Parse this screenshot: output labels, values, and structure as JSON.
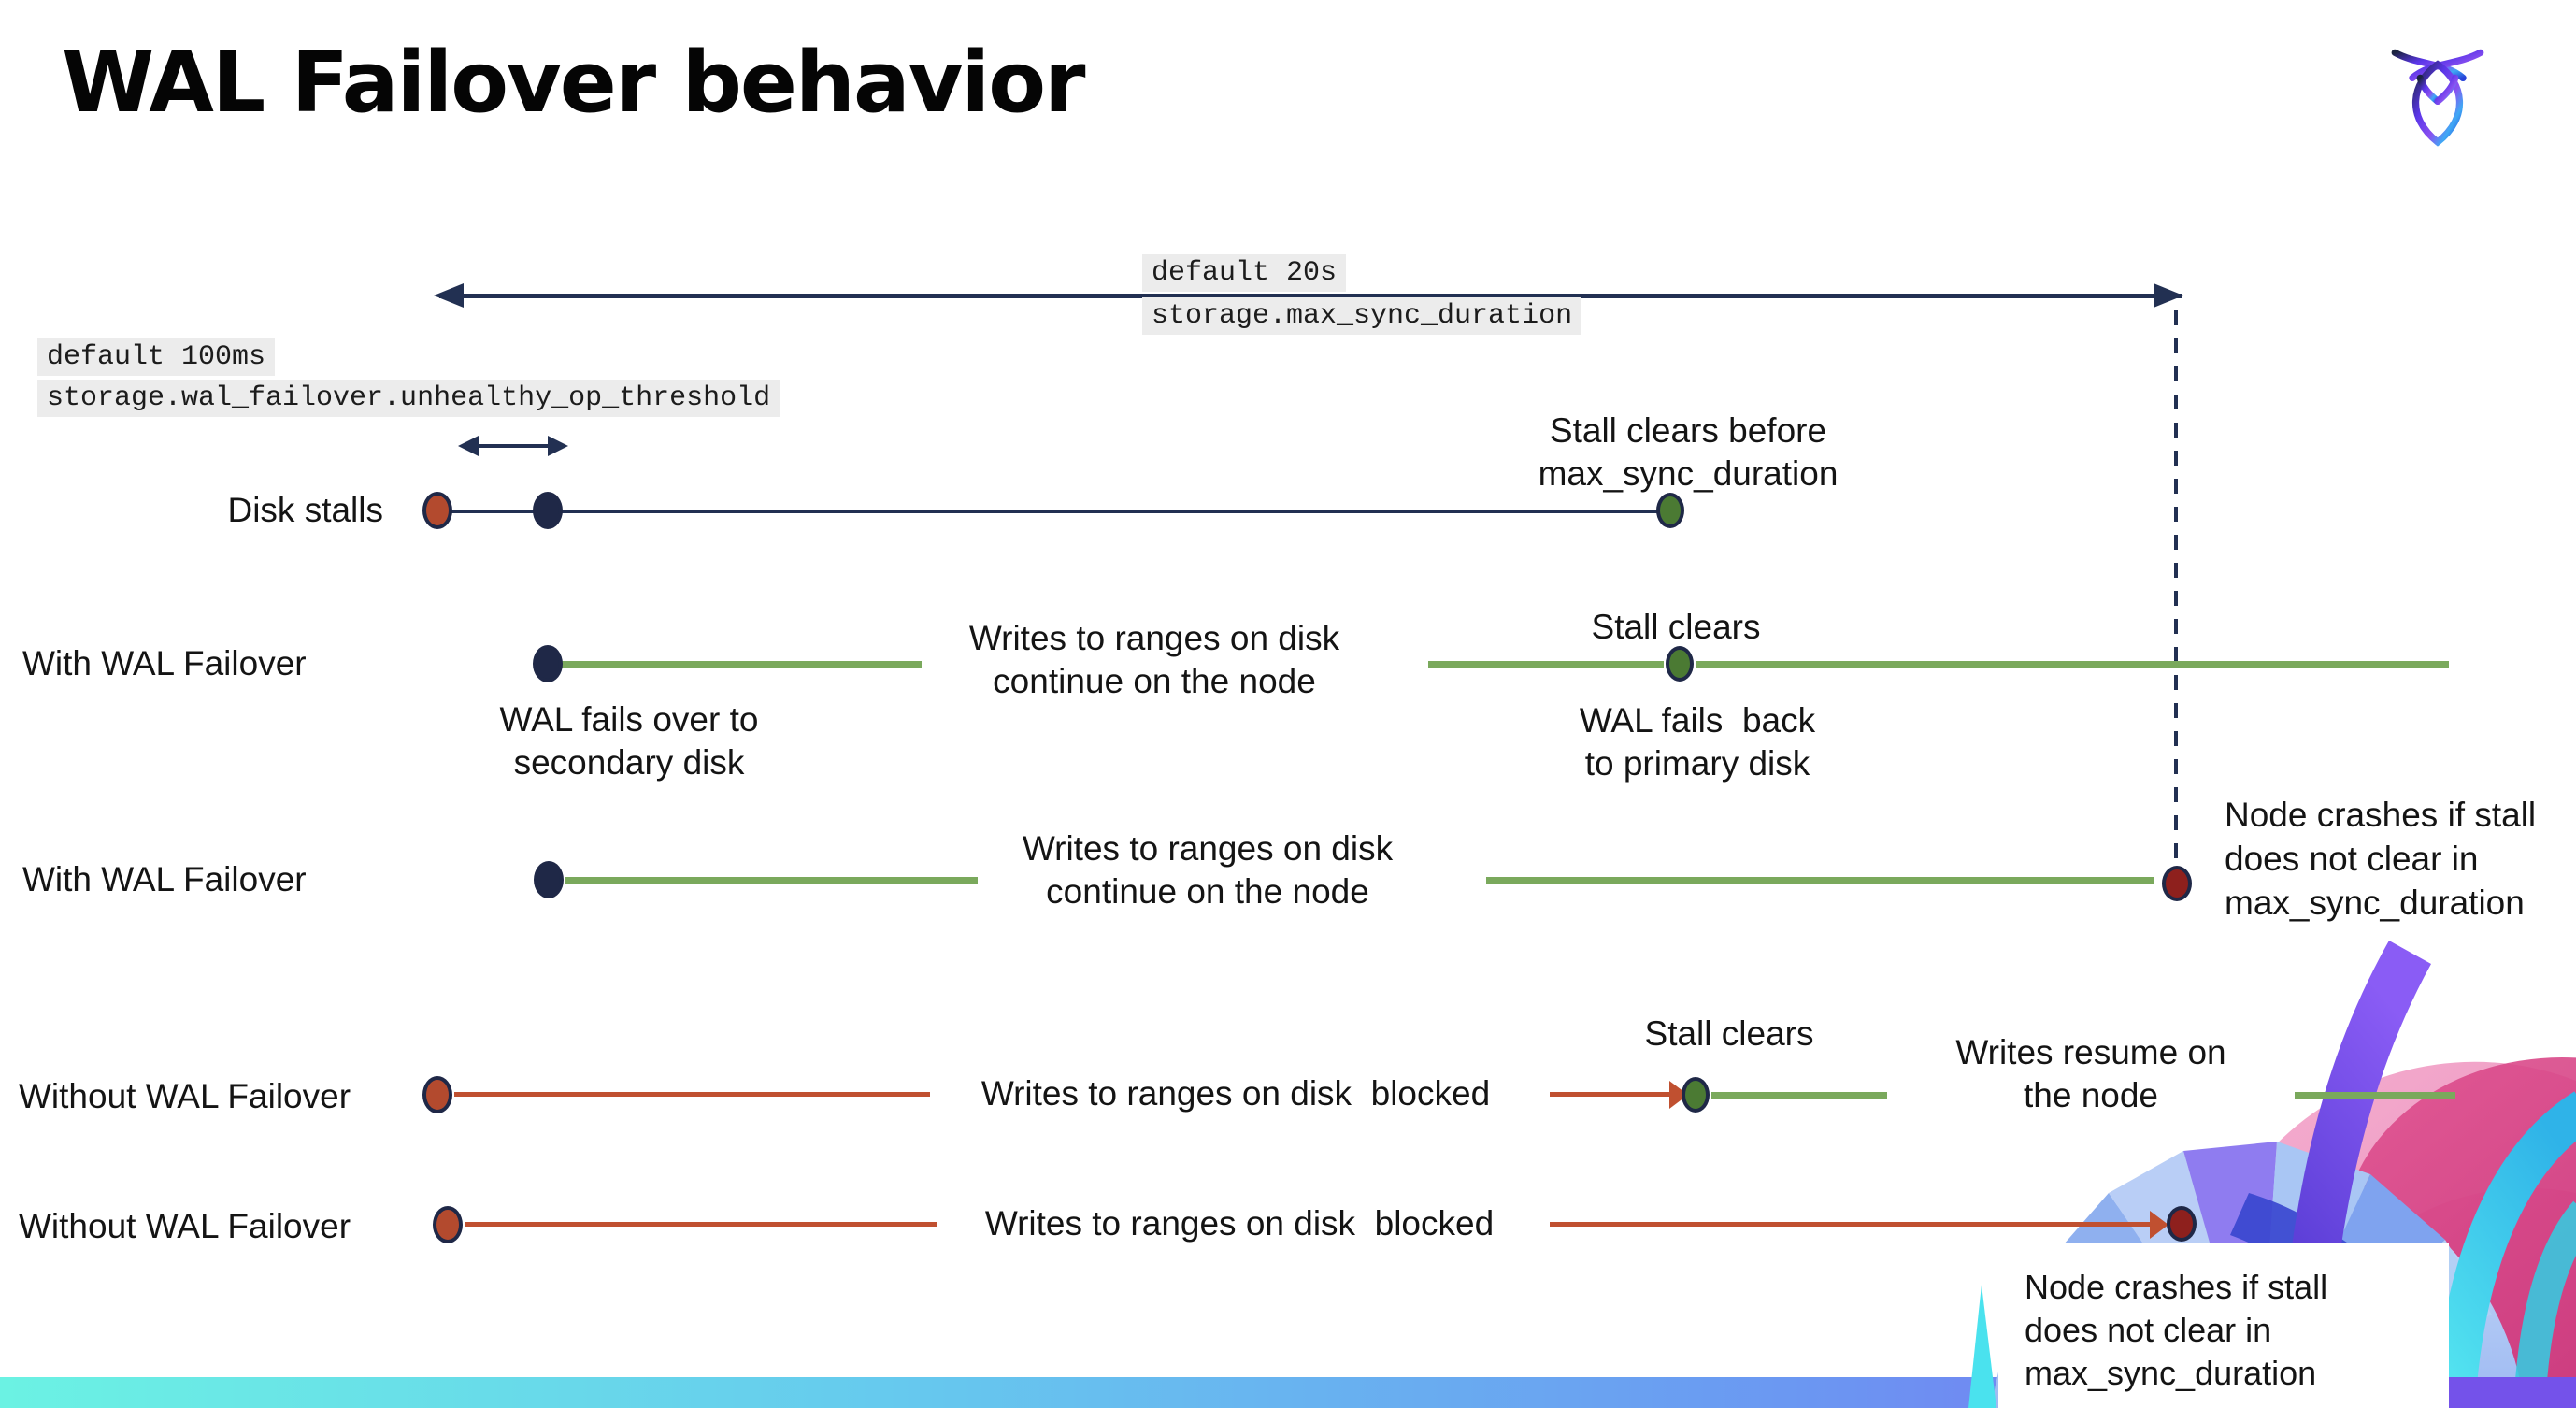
{
  "page": {
    "title": "WAL Failover behavior"
  },
  "logo": {
    "name": "cockroachdb-logo"
  },
  "settings": {
    "max_sync_duration": {
      "default_label": "default 20s",
      "setting_name": "storage.max_sync_duration"
    },
    "unhealthy_op_threshold": {
      "default_label": "default 100ms",
      "setting_name": "storage.wal_failover.unhealthy_op_threshold"
    }
  },
  "rows": {
    "disk_stalls": {
      "label": "Disk stalls",
      "note_line1": "Stall clears before",
      "note_line2": "max_sync_duration"
    },
    "with_wal_failover_1": {
      "label": "With WAL Failover",
      "writes_line1": "Writes to ranges on disk",
      "writes_line2": "continue on the node",
      "failover_line1": "WAL fails over to",
      "failover_line2": "secondary disk",
      "stall_clears": "Stall clears",
      "failback_line1": "WAL fails  back",
      "failback_line2": "to primary disk"
    },
    "with_wal_failover_2": {
      "label": "With WAL Failover",
      "writes_line1": "Writes to ranges on disk",
      "writes_line2": "continue on the node",
      "crash_line1": "Node crashes if stall",
      "crash_line2": "does not clear in",
      "crash_line3": "max_sync_duration"
    },
    "without_wal_failover_1": {
      "label": "Without WAL Failover",
      "blocked": "Writes to ranges on disk  blocked",
      "stall_clears": "Stall clears",
      "resume_line1": "Writes resume on",
      "resume_line2": "the node"
    },
    "without_wal_failover_2": {
      "label": "Without WAL Failover",
      "blocked": "Writes to ranges on disk  blocked",
      "crash_line1": "Node crashes if stall",
      "crash_line2": "does not clear in",
      "crash_line3": "max_sync_duration"
    }
  },
  "colors": {
    "navy": "#223052",
    "navy_fill": "#1f2847",
    "green_line": "#7aa95c",
    "green_dot": "#4b7a33",
    "red_line": "#c05030",
    "red_orange": "#b34a2e",
    "dark_red": "#8e201d",
    "label_bg": "#ececec",
    "text": "#141414",
    "bar1": "#6bf2e3",
    "bar2": "#66c9ee",
    "bar3": "#6b97f2",
    "bar4": "#7e62f0"
  }
}
